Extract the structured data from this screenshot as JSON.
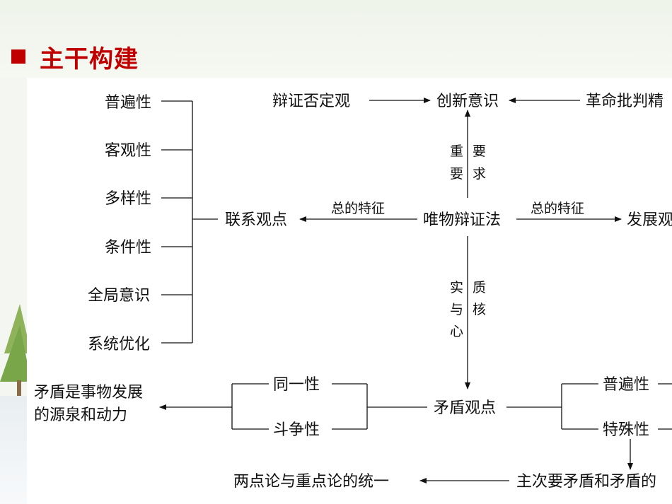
{
  "header": {
    "title": "主干构建"
  },
  "diagram": {
    "center": "唯物辩证法",
    "top": {
      "node": "创新意识",
      "left_source": "辩证否定观",
      "right_source": "革命批判精",
      "edge_label_left": [
        "重",
        "要"
      ],
      "edge_label_right": [
        "要",
        "求"
      ]
    },
    "left": {
      "node": "联系观点",
      "edge_label": "总的特征",
      "items": [
        "普遍性",
        "客观性",
        "多样性",
        "条件性",
        "全局意识",
        "系统优化"
      ]
    },
    "right": {
      "node": "发展观",
      "edge_label": "总的特征"
    },
    "down": {
      "node": "矛盾观点",
      "edge_label_left": [
        "实",
        "与",
        "心"
      ],
      "edge_label_right": [
        "质",
        "核"
      ],
      "left_items": [
        "同一性",
        "斗争性"
      ],
      "left_result_line1": "矛盾是事物发展",
      "left_result_line2": "的源泉和动力",
      "right_items": [
        "普遍性",
        "特殊性"
      ],
      "bottom_right": "主次要矛盾和矛盾的",
      "bottom_left": "两点论与重点论的统一"
    }
  }
}
